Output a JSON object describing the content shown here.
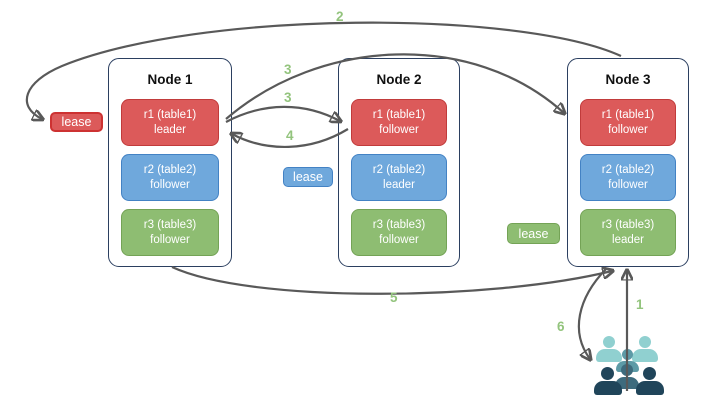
{
  "nodes": [
    {
      "title": "Node 1",
      "replicas": [
        {
          "line1": "r1 (table1)",
          "line2": "leader",
          "color": "red"
        },
        {
          "line1": "r2 (table2)",
          "line2": "follower",
          "color": "blue"
        },
        {
          "line1": "r3 (table3)",
          "line2": "follower",
          "color": "green"
        }
      ]
    },
    {
      "title": "Node 2",
      "replicas": [
        {
          "line1": "r1 (table1)",
          "line2": "follower",
          "color": "red"
        },
        {
          "line1": "r2 (table2)",
          "line2": "leader",
          "color": "blue"
        },
        {
          "line1": "r3 (table3)",
          "line2": "follower",
          "color": "green"
        }
      ]
    },
    {
      "title": "Node 3",
      "replicas": [
        {
          "line1": "r1 (table1)",
          "line2": "follower",
          "color": "red"
        },
        {
          "line1": "r2 (table2)",
          "line2": "follower",
          "color": "blue"
        },
        {
          "line1": "r3 (table3)",
          "line2": "leader",
          "color": "green"
        }
      ]
    }
  ],
  "leases": {
    "red": "lease",
    "blue": "lease",
    "green": "lease"
  },
  "steps": {
    "s1": "1",
    "s2": "2",
    "s3a": "3",
    "s3b": "3",
    "s4": "4",
    "s5": "5",
    "s6": "6"
  },
  "icons": {
    "users": "users-group-icon"
  },
  "colors": {
    "red_fill": "#dc5a5a",
    "red_border": "#c13b3b",
    "red_badge_border": "#cd3232",
    "blue_fill": "#6fa8dc",
    "blue_border": "#4382c4",
    "green_fill": "#8ebd72",
    "green_border": "#74a356",
    "node_border": "#2b3f60",
    "arrow": "#595959",
    "step_label": "#93c47d",
    "users_light": "#90d0d0",
    "users_teal": "#5d9aa6",
    "users_slate": "#3e6b7d",
    "users_dark": "#20455a"
  }
}
